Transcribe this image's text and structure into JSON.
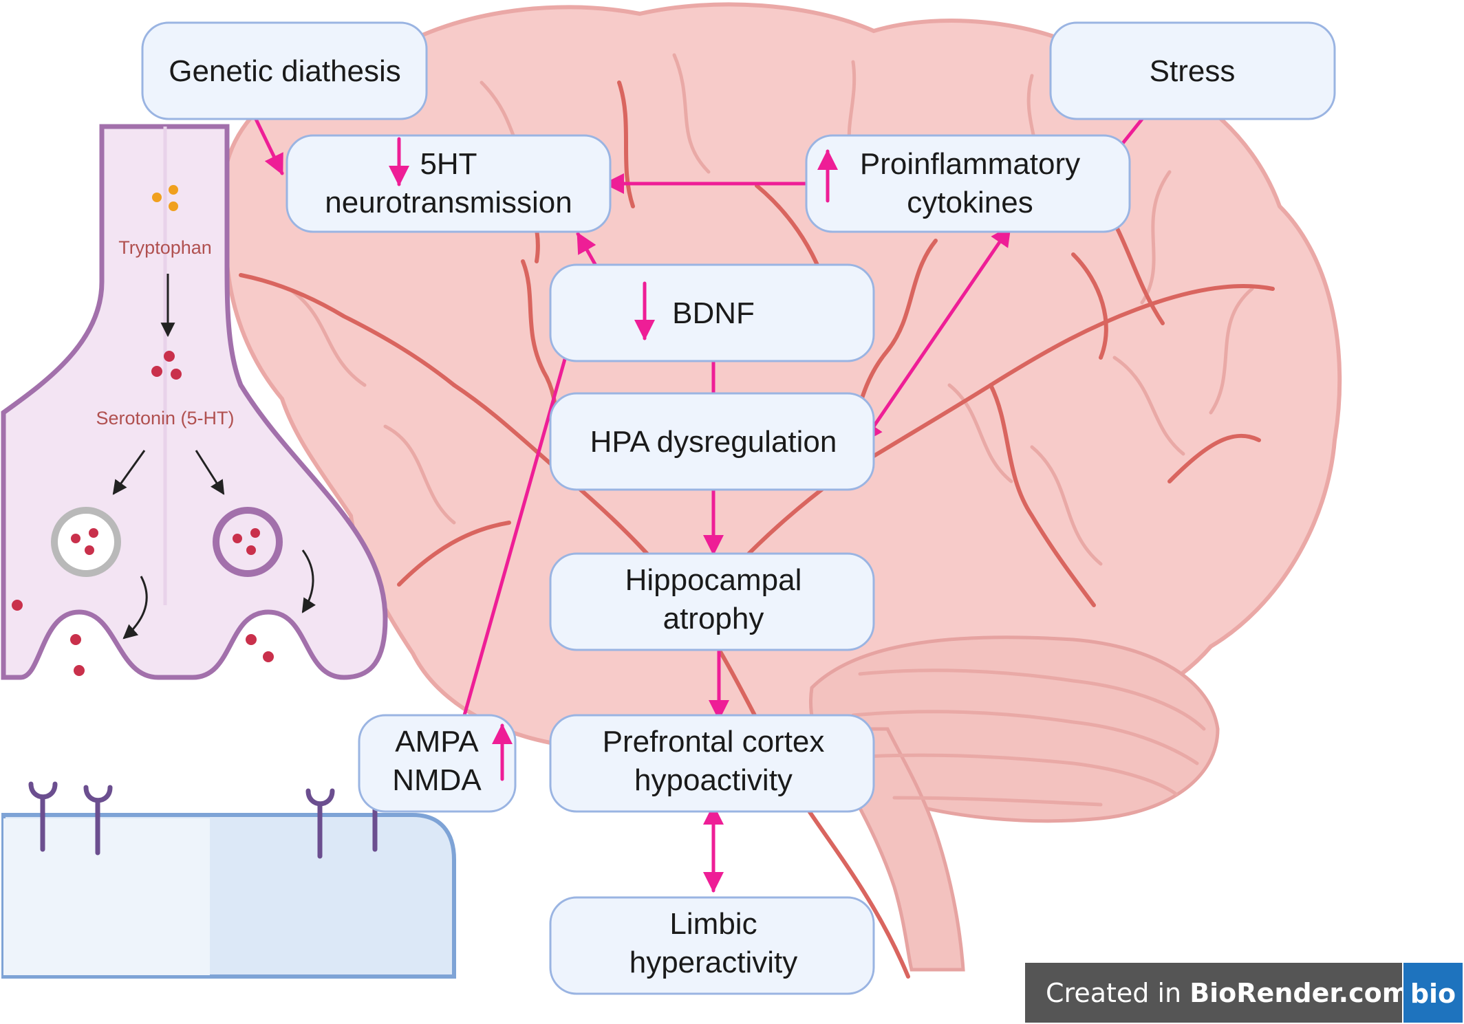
{
  "colors": {
    "arrow": "#ee1e96",
    "box_fill": "#eef4fd",
    "box_stroke": "#9ab4e2",
    "brain_fill": "#f7cbc9",
    "brain_vessel": "#d9655f",
    "synapse_stroke": "#a270ab",
    "synapse_fill": "#f3e4f3",
    "molecule": "#c9304b",
    "tryptophan": "#f0a01e",
    "postsynaptic_fill": "#dce8f7",
    "postsynaptic_stroke": "#7ea3d6",
    "credit_bg": "#555555",
    "credit_logo_bg": "#1e73be"
  },
  "nodes": {
    "genetic": [
      "Genetic diathesis"
    ],
    "stress": [
      "Stress"
    ],
    "ht5": [
      "5HT",
      "neurotransmission"
    ],
    "cytokines": [
      "Proinflammatory",
      "cytokines"
    ],
    "bdnf": [
      "BDNF"
    ],
    "hpa": [
      "HPA dysregulation"
    ],
    "hippocampal": [
      "Hippocampal",
      "atrophy"
    ],
    "ampa": [
      "AMPA",
      "NMDA"
    ],
    "prefrontal": [
      "Prefrontal cortex",
      "hypoactivity"
    ],
    "limbic": [
      "Limbic",
      "hyperactivity"
    ]
  },
  "synapse": {
    "tryptophan_label": "Tryptophan",
    "serotonin_label": "Serotonin (5-HT)"
  },
  "credit": {
    "prefix": "Created in ",
    "brand": "BioRender.com",
    "logo": "bio"
  }
}
